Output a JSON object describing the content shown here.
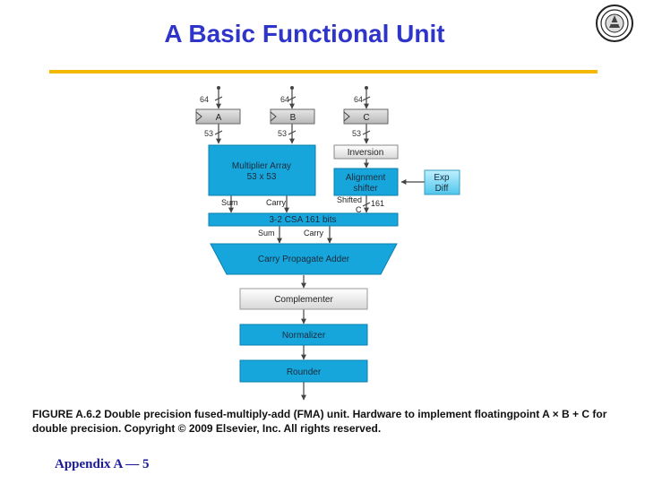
{
  "slide": {
    "title": "A Basic Functional Unit",
    "caption": "FIGURE A.6.2 Double precision fused-multiply-add (FMA) unit. Hardware to implement floatingpoint A × B + C for double precision. Copyright © 2009 Elsevier, Inc. All rights reserved.",
    "footer": "Appendix A — 5"
  },
  "diagram": {
    "input_width": "64",
    "register_width": "53",
    "registers": [
      "A",
      "B",
      "C"
    ],
    "inversion": "Inversion",
    "multiplier_line1": "Multiplier Array",
    "multiplier_line2": "53 x 53",
    "alignment_line1": "Alignment",
    "alignment_line2": "shifter",
    "exp_line1": "Exp",
    "exp_line2": "Diff",
    "sum": "Sum",
    "carry": "Carry",
    "shifted": "Shifted",
    "shifted_c": "C",
    "shifted_width": "161",
    "csa": "3-2 CSA  161 bits",
    "cpa": "Carry Propagate Adder",
    "complementer": "Complementer",
    "normalizer": "Normalizer",
    "rounder": "Rounder"
  }
}
